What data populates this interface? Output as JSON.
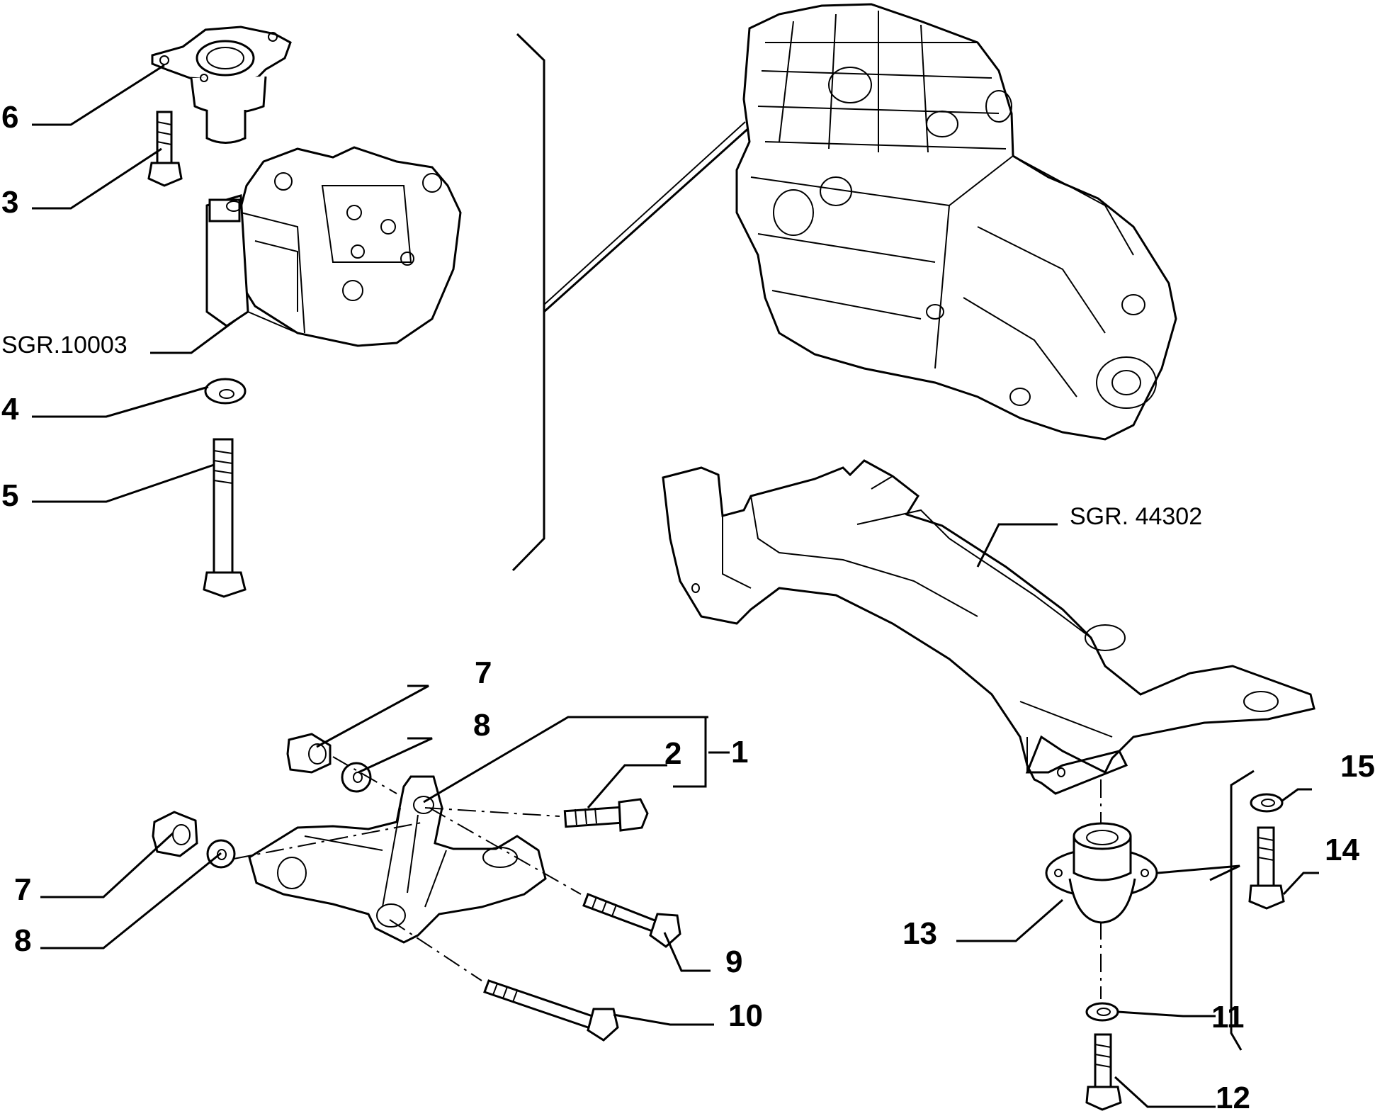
{
  "callouts": {
    "c1": "1",
    "c2": "2",
    "c3": "3",
    "c4": "4",
    "c5": "5",
    "c6": "6",
    "c7a": "7",
    "c7b": "7",
    "c8a": "8",
    "c8b": "8",
    "c9": "9",
    "c10": "10",
    "c11": "11",
    "c12": "12",
    "c13": "13",
    "c14": "14",
    "c15": "15"
  },
  "references": {
    "left_bracket": "SGR.10003",
    "crossmember": "SGR. 44302"
  }
}
